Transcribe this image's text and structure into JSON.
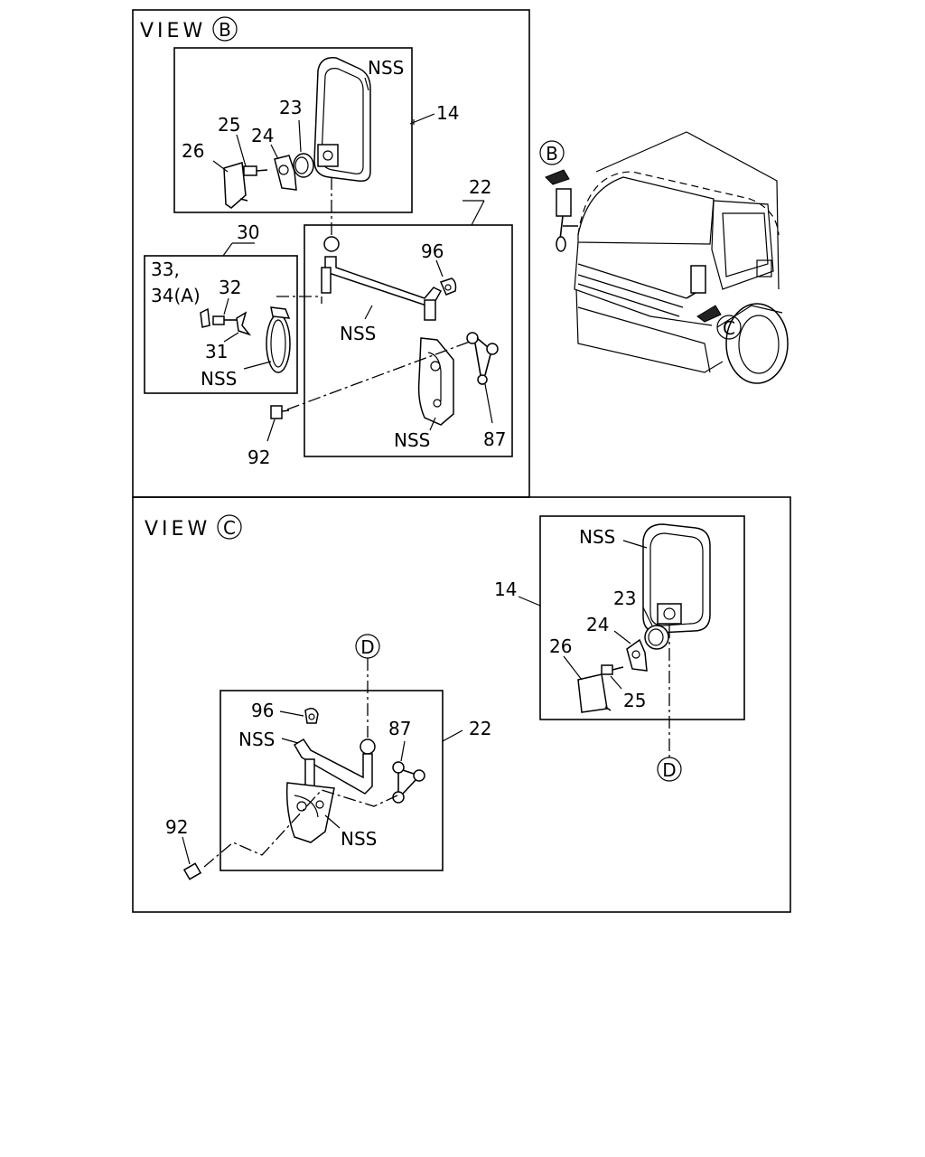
{
  "views": {
    "b": {
      "title": "VIEW",
      "marker": "B"
    },
    "c": {
      "title": "VIEW",
      "marker": "C"
    }
  },
  "labels": {
    "nss": "NSS",
    "p14": "14",
    "p22": "22",
    "p23": "23",
    "p24": "24",
    "p25": "25",
    "p26": "26",
    "p30": "30",
    "p31": "31",
    "p32": "32",
    "p33": "33,",
    "p34": "34(A)",
    "p87": "87",
    "p92": "92",
    "p96": "96"
  },
  "markers": {
    "b": "B",
    "c": "C",
    "d": "D"
  }
}
